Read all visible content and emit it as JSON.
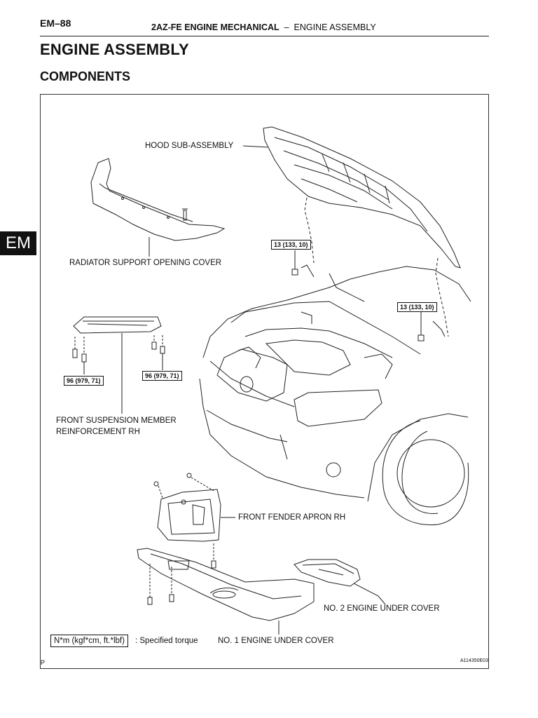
{
  "header": {
    "page_number": "EM–88",
    "section_bold": "2AZ-FE ENGINE MECHANICAL",
    "separator": "–",
    "section_sub": "ENGINE ASSEMBLY"
  },
  "title": "ENGINE ASSEMBLY",
  "subtitle": "COMPONENTS",
  "side_tab": "EM",
  "labels": {
    "hood": "HOOD SUB-ASSEMBLY",
    "radiator_cover": "RADIATOR SUPPORT OPENING COVER",
    "front_suspension_1": "FRONT SUSPENSION MEMBER",
    "front_suspension_2": "REINFORCEMENT RH",
    "fender_apron": "FRONT FENDER APRON RH",
    "under_cover_2": "NO. 2 ENGINE UNDER COVER",
    "under_cover_1": "NO. 1 ENGINE UNDER COVER"
  },
  "torques": {
    "hood_left": "13 (133, 10)",
    "hood_right": "13 (133, 10)",
    "susp_left": "96 (979, 71)",
    "susp_right": "96 (979, 71)"
  },
  "legend": {
    "unit": "N*m (kgf*cm, ft.*lbf)",
    "text": ": Specified torque"
  },
  "footer": {
    "p_mark": "P",
    "figure_code": "A114350E03"
  }
}
